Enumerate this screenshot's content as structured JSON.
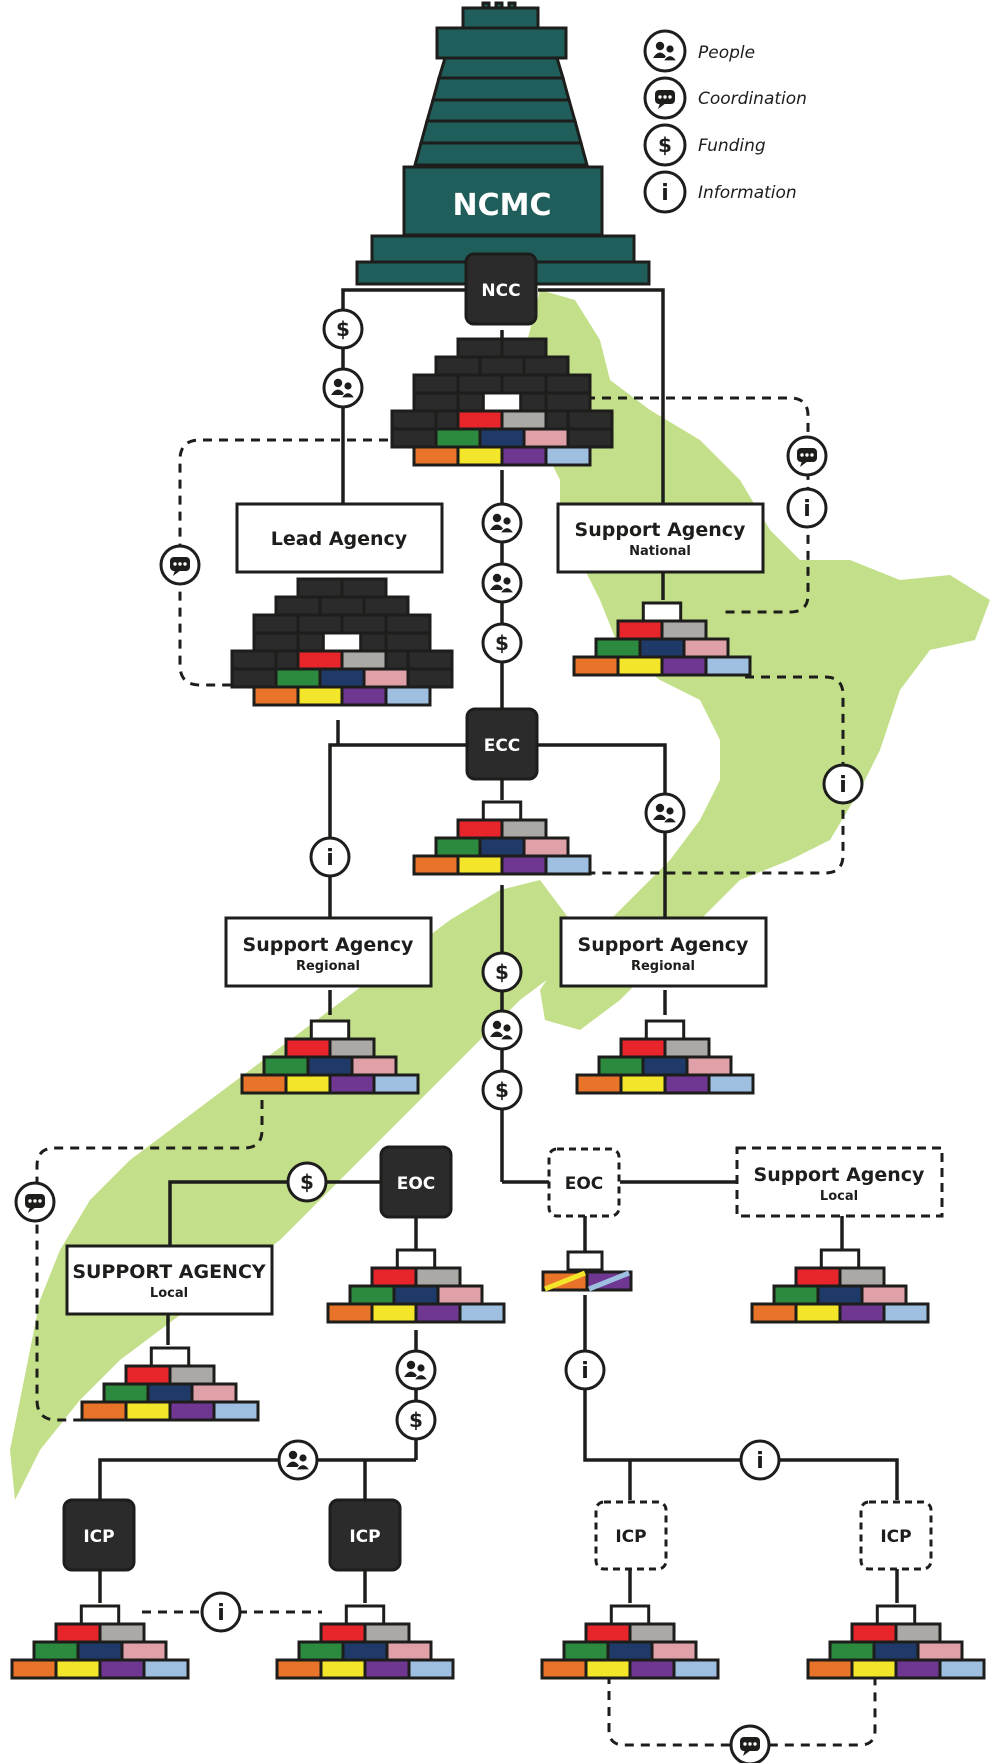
{
  "legend": {
    "items": [
      {
        "icon": "people-icon",
        "label": "People"
      },
      {
        "icon": "coordination-icon",
        "label": "Coordination"
      },
      {
        "icon": "funding-icon",
        "label": "Funding"
      },
      {
        "icon": "information-icon",
        "label": "Information"
      }
    ]
  },
  "colors": {
    "building": "#1f5e5b",
    "map": "#c3df8a",
    "dark": "#2b2b2b",
    "stroke": "#1d1d1b",
    "blocks": [
      "#e8252b",
      "#aaa9a5",
      "#2b8a3e",
      "#1f3a68",
      "#e0a0a8",
      "#e8742a",
      "#f3e62a",
      "#6f3792",
      "#9ebfe0"
    ]
  },
  "ncmc": {
    "label": "NCMC"
  },
  "centres": {
    "ncc": "NCC",
    "ecc": "ECC",
    "eoc": "EOC",
    "eoc_dashed": "EOC",
    "icp_1": "ICP",
    "icp_2": "ICP",
    "icp_3": "ICP",
    "icp_4": "ICP"
  },
  "agencies": {
    "lead": {
      "title": "Lead Agency",
      "subtitle": ""
    },
    "support_national": {
      "title": "Support Agency",
      "subtitle": "National"
    },
    "support_regional_left": {
      "title": "Support Agency",
      "subtitle": "Regional"
    },
    "support_regional_right": {
      "title": "Support Agency",
      "subtitle": "Regional"
    },
    "support_local_upper": {
      "title": "SUPPORT AGENCY",
      "subtitle": "Local"
    },
    "support_local_dashed": {
      "title": "Support Agency",
      "subtitle": "Local"
    }
  },
  "glyphs": {
    "people": "👥",
    "coordination": "…",
    "funding": "$",
    "information": "i"
  }
}
